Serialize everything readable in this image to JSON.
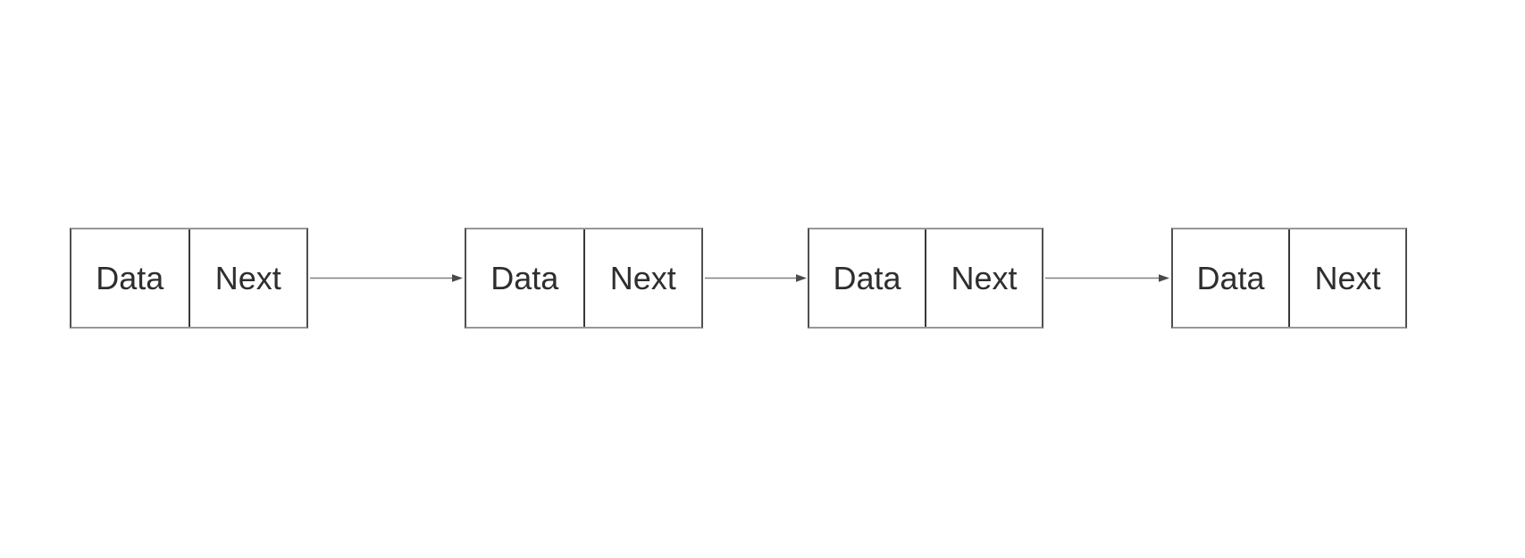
{
  "diagram": {
    "type": "singly-linked-list",
    "background_color": "#ffffff",
    "colors": {
      "node_border": "#8f8f8f",
      "node_side_border": "#4f4f4f",
      "cell_divider": "#383838",
      "label_text": "#2e2e2e",
      "arrow_line": "#808080",
      "arrowhead": "#4a4a4a"
    },
    "nodes": [
      {
        "data_label": "Data",
        "next_label": "Next"
      },
      {
        "data_label": "Data",
        "next_label": "Next"
      },
      {
        "data_label": "Data",
        "next_label": "Next"
      },
      {
        "data_label": "Data",
        "next_label": "Next"
      }
    ],
    "arrows": [
      {
        "from": "node-1-next",
        "to": "node-2"
      },
      {
        "from": "node-2-next",
        "to": "node-3"
      },
      {
        "from": "node-3-next",
        "to": "node-4"
      }
    ]
  }
}
